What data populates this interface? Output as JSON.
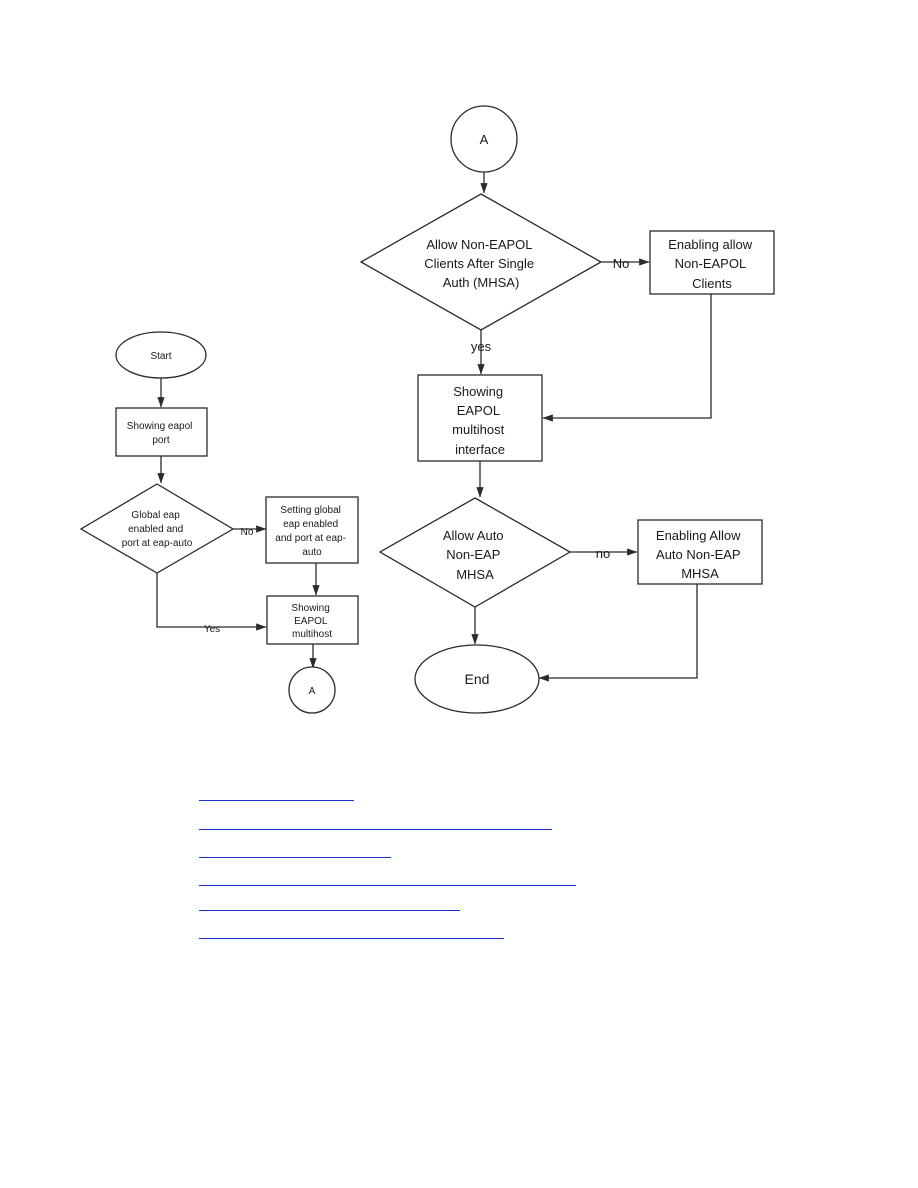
{
  "colors": {
    "stroke": "#2b2b2b",
    "text": "#1a1a1a",
    "link": "#1a32c8",
    "background": "#ffffff"
  },
  "left_flow": {
    "start": "Start",
    "showing_eapol_port": [
      "Showing eapol",
      "port"
    ],
    "global_eap_check": [
      "Global eap",
      "enabled and",
      "port at eap-auto"
    ],
    "setting_global_eap": [
      "Setting global",
      "eap enabled",
      "and port at eap-",
      "auto"
    ],
    "showing_eapol_multihost": [
      "Showing",
      "EAPOL",
      "multihost"
    ],
    "connector": "A",
    "no_label": "No",
    "yes_label": "Yes"
  },
  "right_flow": {
    "connector": "A",
    "allow_non_eapol_check": [
      "Allow Non-EAPOL",
      "Clients After Single",
      "Auth (MHSA)"
    ],
    "enabling_allow_non_eapol": [
      "Enabling allow",
      "Non-EAPOL",
      "Clients"
    ],
    "showing_eapol_multihost_interface": [
      "Showing",
      "EAPOL",
      "multihost",
      "interface"
    ],
    "allow_auto_non_eap_check": [
      "Allow Auto",
      "Non-EAP",
      "MHSA"
    ],
    "enabling_allow_auto_non_eap": [
      "Enabling Allow",
      "Auto Non-EAP",
      "MHSA"
    ],
    "end": "End",
    "no_label": "No",
    "yes_label": "yes",
    "no_label_2": "no"
  },
  "links": [
    {
      "id": "link-1"
    },
    {
      "id": "link-2"
    },
    {
      "id": "link-3"
    },
    {
      "id": "link-4"
    },
    {
      "id": "link-5"
    },
    {
      "id": "link-6"
    }
  ]
}
